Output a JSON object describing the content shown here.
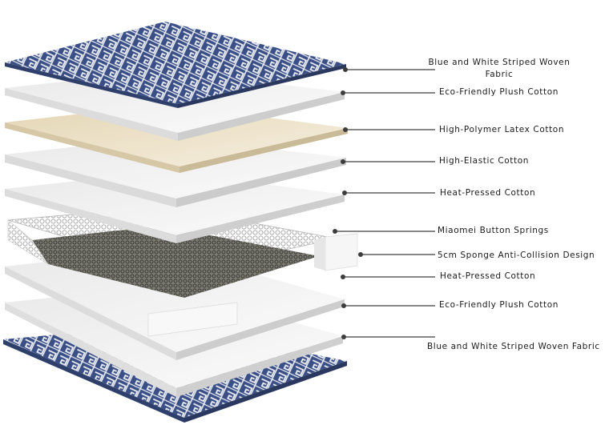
{
  "layers": [
    {
      "id": "top-fabric",
      "label": "Blue and White Striped Woven Fabric",
      "material": "woven"
    },
    {
      "id": "plush-top",
      "label": "Eco-Friendly Plush Cotton",
      "material": "white"
    },
    {
      "id": "latex",
      "label": "High-Polymer Latex Cotton",
      "material": "latex"
    },
    {
      "id": "elastic",
      "label": "High-Elastic Cotton",
      "material": "white"
    },
    {
      "id": "heat-top",
      "label": "Heat-Pressed Cotton",
      "material": "white"
    },
    {
      "id": "springs",
      "label": "Miaomei Button Springs",
      "material": "springs"
    },
    {
      "id": "sponge",
      "label": "5cm Sponge Anti-Collision Design",
      "material": "sponge"
    },
    {
      "id": "heat-bottom",
      "label": "Heat-Pressed Cotton",
      "material": "white"
    },
    {
      "id": "plush-bottom",
      "label": "Eco-Friendly Plush Cotton",
      "material": "white"
    },
    {
      "id": "bottom-fabric",
      "label": "Blue and White Striped Woven Fabric",
      "material": "woven"
    }
  ],
  "colors": {
    "fabric_blue": "#3a4f86",
    "fabric_white": "#eef0f5",
    "latex": "#eadfc7",
    "layer_white": "#f4f4f4",
    "springs": "#6f6f6f",
    "leader_line": "#3d3d3d"
  }
}
